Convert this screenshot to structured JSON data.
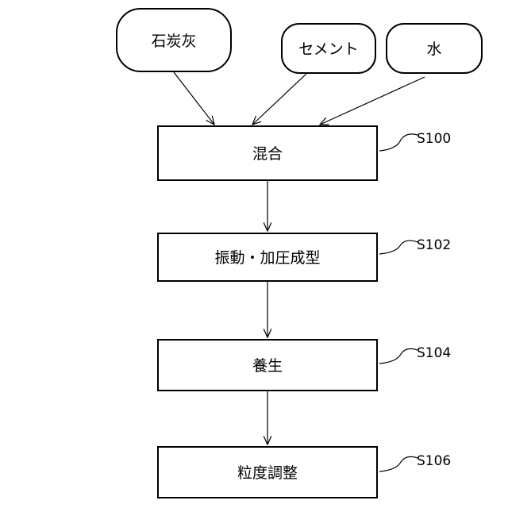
{
  "inputs": {
    "coal_ash": "石炭灰",
    "cement": "セメント",
    "water": "水"
  },
  "steps": [
    {
      "label": "混合",
      "step_id": "S100"
    },
    {
      "label": "振動・加圧成型",
      "step_id": "S102"
    },
    {
      "label": "養生",
      "step_id": "S104"
    },
    {
      "label": "粒度調整",
      "step_id": "S106"
    }
  ]
}
